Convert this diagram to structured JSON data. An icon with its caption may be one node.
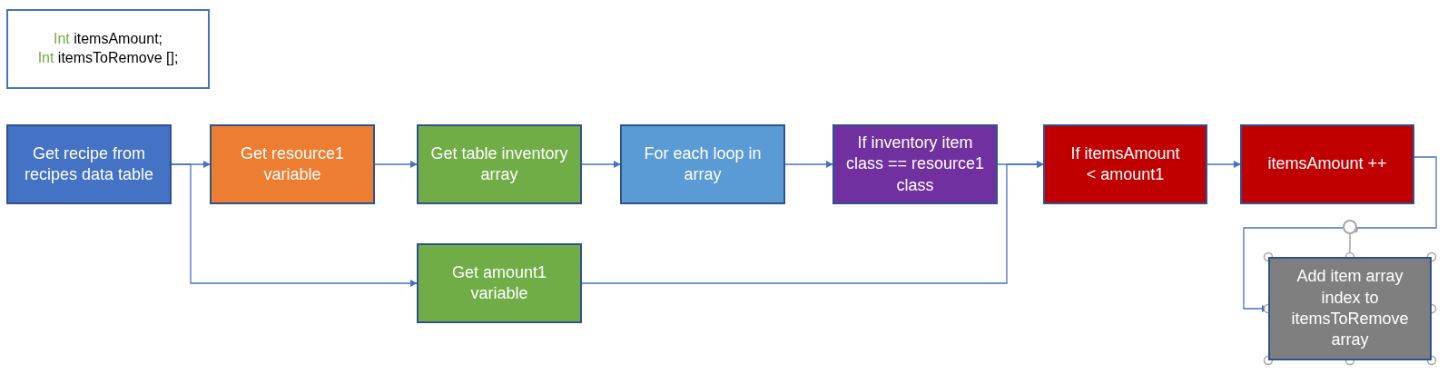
{
  "diagram": {
    "nodes": [
      {
        "text": [
          "Int itemsAmount;",
          "Int itemsToRemove [];"
        ]
      },
      {
        "text": [
          "Get recipe from recipes data table"
        ]
      },
      {
        "text": [
          "Get resource1 variable"
        ]
      },
      {
        "text": [
          "Get table inventory array"
        ]
      },
      {
        "text": [
          "For each loop in array"
        ]
      },
      {
        "text": [
          "If inventory item class == resource1 class"
        ]
      },
      {
        "text": [
          "Get amount1 variable"
        ]
      },
      {
        "text": [
          "If itemsAmount < amount1"
        ]
      },
      {
        "text": [
          "itemsAmount ++"
        ]
      },
      {
        "text": [
          "Add item array index to itemsToRemove array"
        ]
      }
    ],
    "edges": [
      {
        "from": 1,
        "to": 2,
        "arrow": "to"
      },
      {
        "from": 1,
        "to": 6,
        "arrow": "to"
      },
      {
        "from": 2,
        "to": 3,
        "arrow": "to"
      },
      {
        "from": 3,
        "to": 4,
        "arrow": "to"
      },
      {
        "from": 4,
        "to": 5,
        "arrow": "to"
      },
      {
        "from": 5,
        "to": 7,
        "arrow": "to"
      },
      {
        "from": 6,
        "to": 7,
        "arrow": "to"
      },
      {
        "from": 7,
        "to": 8,
        "arrow": "to"
      },
      {
        "from": 8,
        "to": 9,
        "arrow": "to"
      }
    ]
  }
}
